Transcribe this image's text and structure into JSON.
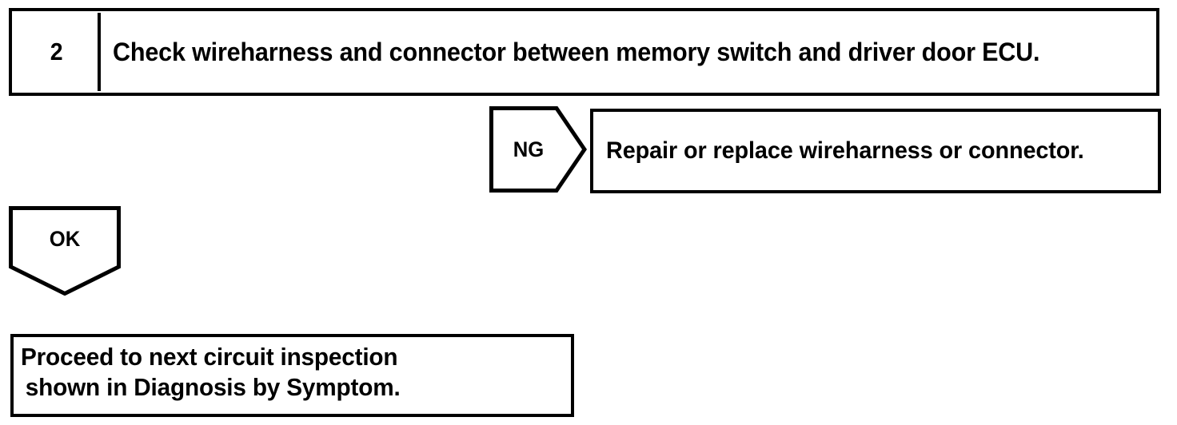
{
  "document": {
    "type": "diagnostic-flowchart",
    "colors": {
      "ink": "#000000",
      "background": "#ffffff"
    }
  },
  "step": {
    "number": "2",
    "instruction": "Check wireharness and connector between memory switch and driver door ECU."
  },
  "branches": {
    "ng": {
      "label": "NG",
      "shape": "pentagon-right",
      "result": "Repair or replace wireharness or connector."
    },
    "ok": {
      "label": "OK",
      "shape": "pentagon-down"
    }
  },
  "final": {
    "line1": "Proceed to next circuit inspection",
    "line2": "shown in Diagnosis by Symptom."
  }
}
